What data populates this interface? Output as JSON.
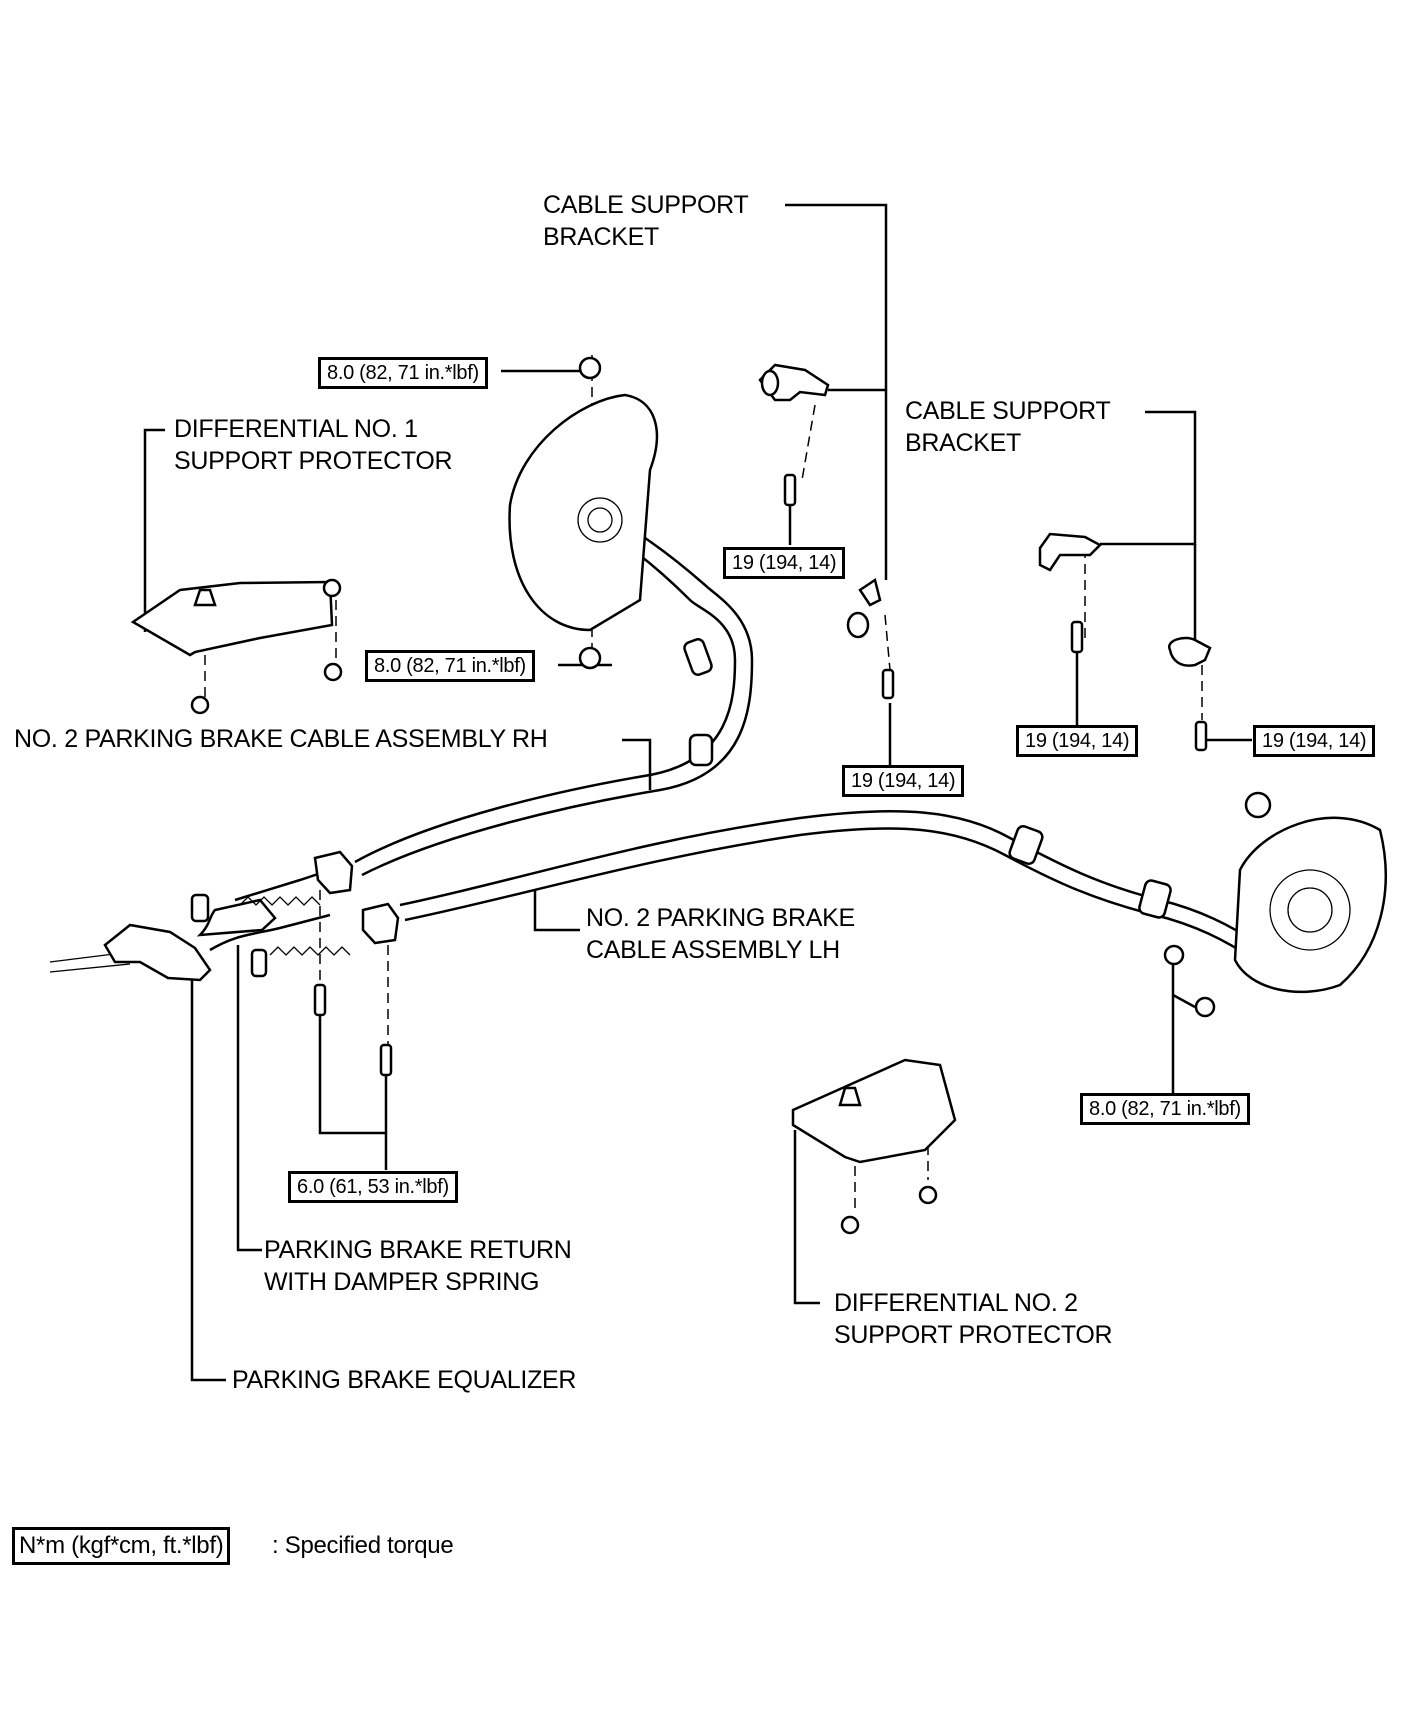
{
  "diagram": {
    "labels": {
      "cable_support_bracket_1": [
        "CABLE SUPPORT",
        "BRACKET"
      ],
      "cable_support_bracket_2": [
        "CABLE SUPPORT",
        "BRACKET"
      ],
      "differential_no1": [
        "DIFFERENTIAL NO. 1",
        "SUPPORT PROTECTOR"
      ],
      "cable_rh": "NO. 2  PARKING BRAKE CABLE ASSEMBLY RH",
      "cable_lh": [
        "NO. 2 PARKING BRAKE",
        "CABLE ASSEMBLY LH"
      ],
      "return_spring": [
        "PARKING BRAKE RETURN",
        "WITH DAMPER SPRING"
      ],
      "differential_no2": [
        "DIFFERENTIAL NO. 2",
        "SUPPORT PROTECTOR"
      ],
      "equalizer": "PARKING BRAKE EQUALIZER"
    },
    "torques": {
      "rh_top_nut": "8.0 (82, 71 in.*lbf)",
      "rh_lower_nut": "8.0 (82, 71 in.*lbf)",
      "bracket1_bolt": "19 (194, 14)",
      "bracket_mid_bolt": "19 (194, 14)",
      "bracket2_bolt_a": "19 (194, 14)",
      "bracket2_bolt_b": "19 (194, 14)",
      "equalizer_bolts": "6.0 (61, 53 in.*lbf)",
      "lh_nuts": "8.0 (82, 71 in.*lbf)"
    },
    "legend": {
      "box": "N*m (kgf*cm, ft.*lbf)",
      "text": ": Specified torque"
    }
  }
}
